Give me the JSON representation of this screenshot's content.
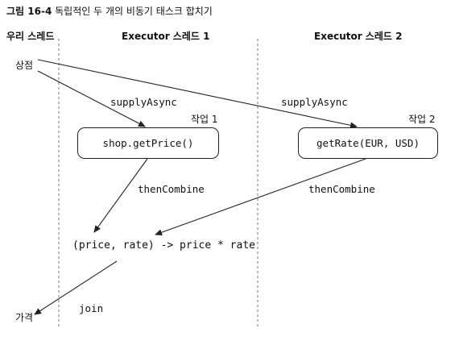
{
  "figure": {
    "number": "그림 16-4",
    "caption": "독립적인 두 개의 비동기 태스크 합치기"
  },
  "columns": {
    "our_thread": "우리 스레드",
    "executor1": "Executor 스레드 1",
    "executor2": "Executor 스레드 2"
  },
  "nodes": {
    "shop": "상점",
    "price": "가격",
    "task1_label": "작업 1",
    "task1_code": "shop.getPrice()",
    "task2_label": "작업 2",
    "task2_code": "getRate(EUR, USD)",
    "combine_expr": "(price, rate) -> price * rate"
  },
  "edges": {
    "supply1": "supplyAsync",
    "supply2": "supplyAsync",
    "combine1": "thenCombine",
    "combine2": "thenCombine",
    "join": "join"
  },
  "colors": {
    "line": "#222222",
    "divider": "#777777"
  }
}
